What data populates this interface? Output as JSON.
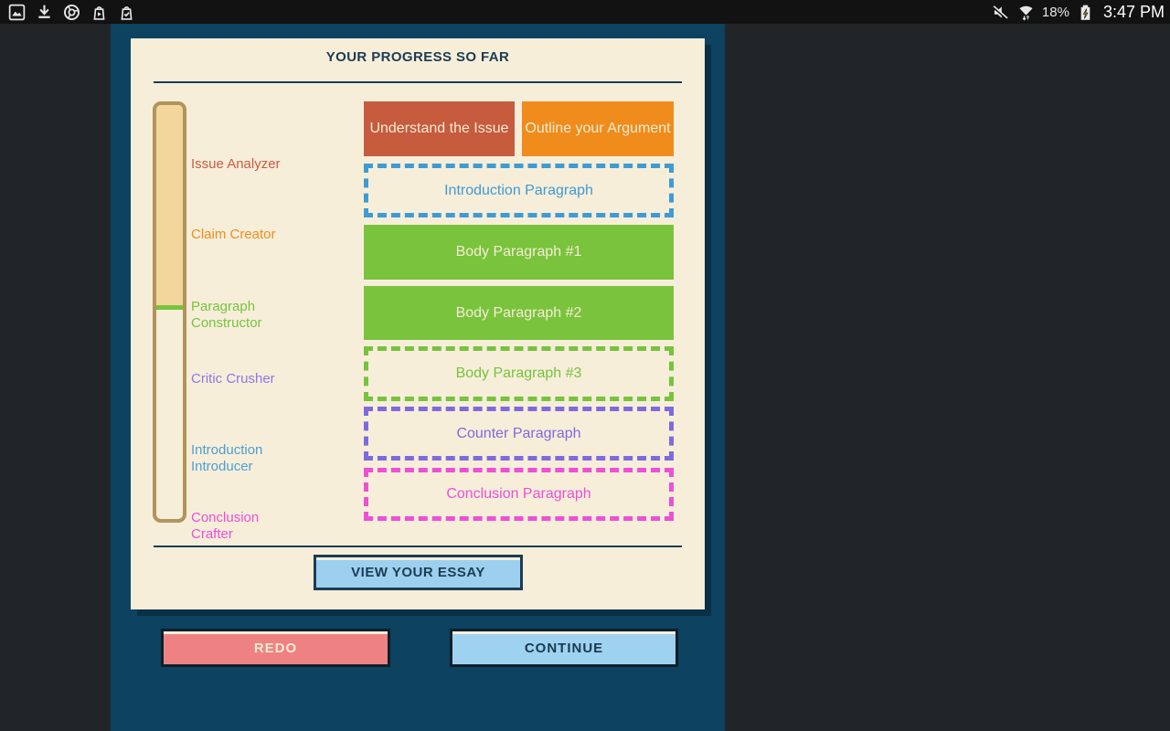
{
  "status_bar": {
    "time": "3:47 PM",
    "battery_percent": "18%",
    "left_icons": [
      "gallery-icon",
      "download-icon",
      "chrome-icon",
      "play-store-icon",
      "bag-check-icon"
    ],
    "right_icons": [
      "mute-icon",
      "wifi-icon",
      "battery-charging-icon"
    ]
  },
  "progress_card": {
    "title": "YOUR PROGRESS SO FAR",
    "stages": [
      {
        "label": "Issue Analyzer",
        "color": "#cd5b41"
      },
      {
        "label": "Claim Creator",
        "color": "#ef8d20"
      },
      {
        "label": "Paragraph Constructor",
        "color": "#76c33c"
      },
      {
        "label": "Critic Crusher",
        "color": "#8c79e2"
      },
      {
        "label": "Introduction Introducer",
        "color": "#4d9fd3"
      },
      {
        "label": "Conclusion Crafter",
        "color": "#f04fd3"
      }
    ],
    "blocks": [
      {
        "label": "Understand the Issue",
        "status": "complete",
        "color": "#c65b3d"
      },
      {
        "label": "Outline your Argument",
        "status": "complete",
        "color": "#f08c1c"
      },
      {
        "label": "Introduction Paragraph",
        "status": "pending",
        "color": "#3e9bd4"
      },
      {
        "label": "Body Paragraph #1",
        "status": "complete",
        "color": "#79c33d"
      },
      {
        "label": "Body Paragraph #2",
        "status": "complete",
        "color": "#79c33d"
      },
      {
        "label": "Body Paragraph #3",
        "status": "pending",
        "color": "#76c33c"
      },
      {
        "label": "Counter Paragraph",
        "status": "pending",
        "color": "#7e6ade"
      },
      {
        "label": "Conclusion Paragraph",
        "status": "pending",
        "color": "#ee4fd5"
      }
    ],
    "view_essay_button": "VIEW YOUR ESSAY"
  },
  "footer": {
    "redo_button": "REDO",
    "continue_button": "CONTINUE"
  },
  "colors": {
    "screen_background": "#212528",
    "panel_teal": "#0d4260",
    "card_cream": "#f7eeda",
    "accent_navy": "#1b3c54",
    "track_fill_tan": "#f3d69b",
    "track_border": "#b2935a",
    "progress_marker_green": "#76c33c",
    "button_light_blue": "#9cd0ee",
    "button_salmon": "#ee8282"
  }
}
